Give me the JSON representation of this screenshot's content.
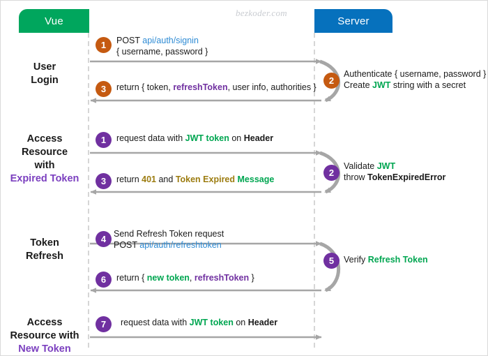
{
  "watermark": "bezkoder.com",
  "colors": {
    "client_header_bg": "#00A65D",
    "server_header_bg": "#0671BD",
    "badge_orange": "#C55A11",
    "badge_purple": "#7030A0",
    "arrow_gray": "#A6A6A6",
    "lifeline_gray": "#BFBFBF",
    "accent_purple": "#7B3FBF",
    "link_blue": "#2E8BD4",
    "token_green": "#00A651",
    "olive": "#9C7C10",
    "watermark_gray": "#c9ccd1"
  },
  "actors": [
    {
      "name": "client",
      "label": "Vue"
    },
    {
      "name": "server",
      "label": "Server"
    }
  ],
  "sections": [
    {
      "name": "user-login",
      "label_lines": [
        "User",
        "Login"
      ],
      "accent_line_index": -1
    },
    {
      "name": "access-resource-expired-token",
      "label_lines": [
        "Access",
        "Resource",
        "with",
        "Expired Token"
      ],
      "accent_line_index": 3
    },
    {
      "name": "token-refresh",
      "label_lines": [
        "Token",
        "Refresh"
      ],
      "accent_line_index": -1
    },
    {
      "name": "access-resource-new-token",
      "label_lines": [
        "Access",
        "Resource with",
        "New Token"
      ],
      "accent_line_index": 2
    }
  ],
  "steps": [
    {
      "number": "1",
      "badge_color": "orange",
      "direction": "request",
      "lines": [
        [
          {
            "t": "POST ",
            "s": "plain"
          },
          {
            "t": "api/auth/signin",
            "s": "blue"
          }
        ],
        [
          {
            "t": "{ username, password }",
            "s": "plain"
          }
        ]
      ]
    },
    {
      "number": "2",
      "badge_color": "orange",
      "direction": "self",
      "lines": [
        [
          {
            "t": "Authenticate { username, password }",
            "s": "plain"
          }
        ],
        [
          {
            "t": "Create ",
            "s": "plain"
          },
          {
            "t": "JWT",
            "s": "green"
          },
          {
            "t": " string with a secret",
            "s": "plain"
          }
        ]
      ]
    },
    {
      "number": "3",
      "badge_color": "orange",
      "direction": "response",
      "lines": [
        [
          {
            "t": "return { token, ",
            "s": "plain"
          },
          {
            "t": "refreshToken",
            "s": "purple"
          },
          {
            "t": ", user info, authorities }",
            "s": "plain"
          }
        ]
      ]
    },
    {
      "number": "1",
      "badge_color": "purple",
      "direction": "request",
      "lines": [
        [
          {
            "t": "request data with ",
            "s": "plain"
          },
          {
            "t": "JWT token",
            "s": "green"
          },
          {
            "t": " on ",
            "s": "plain"
          },
          {
            "t": "Header",
            "s": "bold"
          }
        ]
      ]
    },
    {
      "number": "2",
      "badge_color": "purple",
      "direction": "self",
      "lines": [
        [
          {
            "t": "Validate ",
            "s": "plain"
          },
          {
            "t": "JWT",
            "s": "green"
          }
        ],
        [
          {
            "t": "throw ",
            "s": "plain"
          },
          {
            "t": "TokenExpiredError",
            "s": "bold"
          }
        ]
      ]
    },
    {
      "number": "3",
      "badge_color": "purple",
      "direction": "response",
      "lines": [
        [
          {
            "t": "return ",
            "s": "plain"
          },
          {
            "t": "401",
            "s": "olive"
          },
          {
            "t": " and ",
            "s": "plain"
          },
          {
            "t": "Token Expired ",
            "s": "olive"
          },
          {
            "t": "Message",
            "s": "green"
          }
        ]
      ]
    },
    {
      "number": "4",
      "badge_color": "purple",
      "direction": "request",
      "lines": [
        [
          {
            "t": "Send Refresh Token request",
            "s": "plain"
          }
        ],
        [
          {
            "t": "POST ",
            "s": "plain"
          },
          {
            "t": "api/auth/refreshtoken",
            "s": "blue"
          }
        ]
      ]
    },
    {
      "number": "5",
      "badge_color": "purple",
      "direction": "self",
      "lines": [
        [
          {
            "t": "Verify ",
            "s": "plain"
          },
          {
            "t": "Refresh Token",
            "s": "green"
          }
        ]
      ]
    },
    {
      "number": "6",
      "badge_color": "purple",
      "direction": "response",
      "lines": [
        [
          {
            "t": "return { ",
            "s": "plain"
          },
          {
            "t": "new token",
            "s": "green"
          },
          {
            "t": ", ",
            "s": "plain"
          },
          {
            "t": "refreshToken",
            "s": "purple"
          },
          {
            "t": " }",
            "s": "plain"
          }
        ]
      ]
    },
    {
      "number": "7",
      "badge_color": "purple",
      "direction": "request",
      "lines": [
        [
          {
            "t": "request data with ",
            "s": "plain"
          },
          {
            "t": "JWT token",
            "s": "green"
          },
          {
            "t": " on ",
            "s": "plain"
          },
          {
            "t": "Header",
            "s": "bold"
          }
        ]
      ]
    }
  ],
  "badges": {
    "b1": "1",
    "b2": "2",
    "b3": "3",
    "b4": "1",
    "b5": "2",
    "b6": "3",
    "b7": "4",
    "b8": "5",
    "b9": "6",
    "b10": "7"
  }
}
